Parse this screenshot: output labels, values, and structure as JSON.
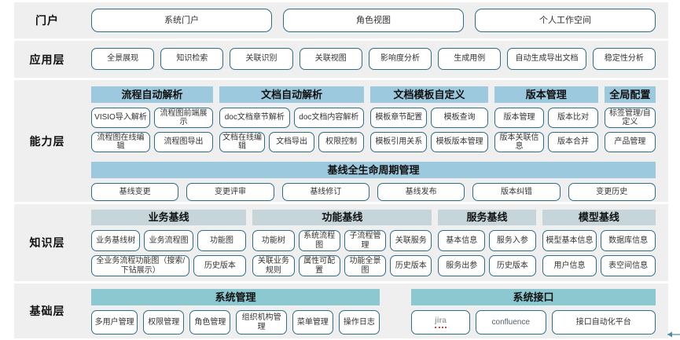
{
  "layers": [
    {
      "key": "portal",
      "label": "门户"
    },
    {
      "key": "app",
      "label": "应用层"
    },
    {
      "key": "cap",
      "label": "能力层"
    },
    {
      "key": "know",
      "label": "知识层"
    },
    {
      "key": "base",
      "label": "基础层"
    }
  ],
  "portal": {
    "label": "门户",
    "items": [
      "系统门户",
      "角色视图",
      "个人工作空间"
    ]
  },
  "application": {
    "label": "应用层",
    "items": [
      "全景展现",
      "知识检索",
      "关联识别",
      "关联视图",
      "影响度分析",
      "生成用例",
      "自动生成导出文档",
      "稳定性分析"
    ]
  },
  "capability": {
    "label": "能力层",
    "groups": [
      {
        "title": "流程自动解析",
        "flex": 2.02,
        "rows": [
          [
            "VISIO导入解析",
            "流程图前端展示"
          ],
          [
            "流程图在线编辑",
            "流程图导出"
          ]
        ]
      },
      {
        "title": "文档自动解析",
        "flex": 2.4,
        "rows": [
          [
            "doc文档章节解析",
            "doc文档内容解析"
          ],
          [
            "文档在线编辑",
            "文档导出",
            "权限控制"
          ]
        ]
      },
      {
        "title": "文档模板自定义",
        "flex": 1.95,
        "rows": [
          [
            "模板章节配置",
            "模板查询"
          ],
          [
            "模板引用关系",
            "模板版本管理"
          ]
        ]
      },
      {
        "title": "版本管理",
        "flex": 1.72,
        "rows": [
          [
            "版本管理",
            "版本比对"
          ],
          [
            "版本关联信息",
            "版本合并"
          ]
        ]
      },
      {
        "title": "全局配置",
        "flex": 0.85,
        "rows": [
          [
            "标签管理/自定义"
          ],
          [
            "产品管理"
          ]
        ]
      }
    ],
    "baseline": {
      "title": "基线全生命周期管理",
      "items": [
        "基线变更",
        "变更评审",
        "基线修订",
        "基线发布",
        "版本纠错",
        "变更历史"
      ]
    }
  },
  "knowledge": {
    "label": "知识层",
    "groups": [
      {
        "title": "业务基线",
        "flex": 2.35,
        "rows": [
          [
            "业务基线树",
            "业务流程图",
            "功能图"
          ],
          [
            "全业务流程功能图（搜索/下钻展示）",
            "历史版本"
          ]
        ],
        "row2_flex": [
          2,
          1
        ]
      },
      {
        "title": "功能基线",
        "flex": 2.72,
        "rows": [
          [
            "功能树",
            "系统流程图",
            "子流程管理",
            "关联服务"
          ],
          [
            "关联业务规则",
            "属性可配置",
            "功能全景图",
            "历史版本"
          ]
        ]
      },
      {
        "title": "服务基线",
        "flex": 1.48,
        "rows": [
          [
            "基本信息",
            "服务入参"
          ],
          [
            "服务出参",
            "历史版本"
          ]
        ]
      },
      {
        "title": "模型基线",
        "flex": 1.72,
        "rows": [
          [
            "模型基本信息",
            "数据库信息"
          ],
          [
            "用户信息",
            "表空间信息"
          ]
        ]
      }
    ]
  },
  "base": {
    "label": "基础层",
    "columns": [
      {
        "title": "系统管理",
        "flex": 1.18,
        "items": [
          {
            "text": "多用户管理",
            "style": "plain",
            "flex": 1
          },
          {
            "text": "权限管理",
            "style": "plain",
            "flex": 0.86
          },
          {
            "text": "角色管理",
            "style": "plain",
            "flex": 0.86
          },
          {
            "text": "组织机构管理",
            "style": "plain",
            "flex": 1.1
          },
          {
            "text": "菜单管理",
            "style": "plain",
            "flex": 0.86
          },
          {
            "text": "操作日志",
            "style": "plain",
            "flex": 0.86
          }
        ]
      },
      {
        "title": "系统接口",
        "flex": 1.0,
        "items": [
          {
            "text": "jira",
            "style": "jira",
            "flex": 0.78
          },
          {
            "text": "confluence",
            "style": "confluence",
            "flex": 0.95
          },
          {
            "text": "接口自动化平台",
            "style": "plain",
            "flex": 1.45
          }
        ]
      }
    ]
  },
  "colors": {
    "band_bg": "#efeff0",
    "pill_border": "#2e6d86",
    "capability_header": "#9cc9dd",
    "knowledge_header": "#c6d5d9",
    "base_header": "#8cc8cf",
    "page_bg": "#ffffff"
  }
}
